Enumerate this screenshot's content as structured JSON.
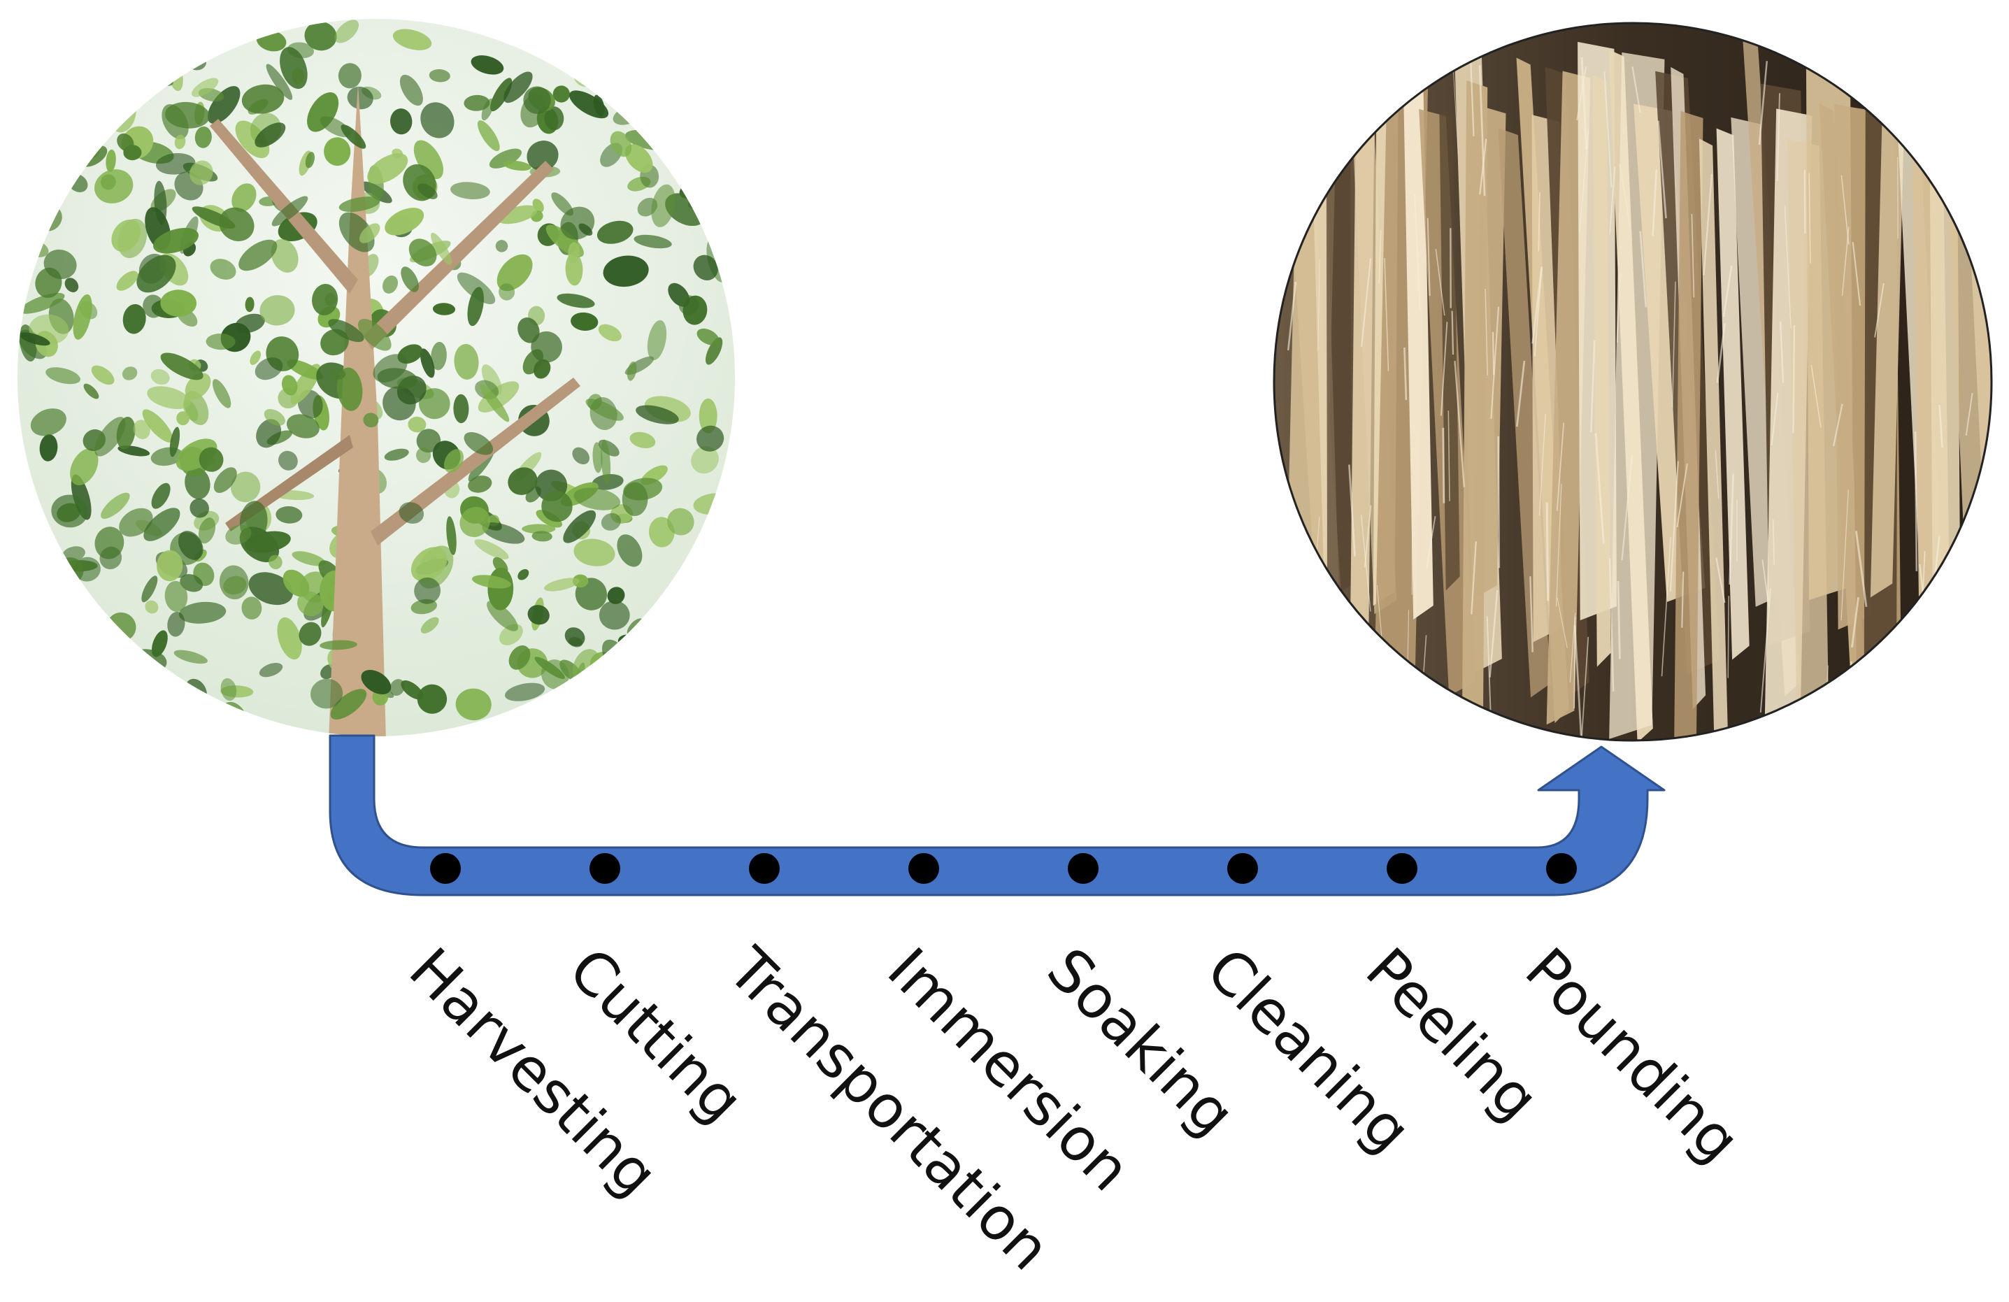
{
  "diagram": {
    "steps": [
      {
        "label": "Harvesting"
      },
      {
        "label": "Cutting"
      },
      {
        "label": "Transportation"
      },
      {
        "label": "Immersion"
      },
      {
        "label": "Soaking"
      },
      {
        "label": "Cleaning"
      },
      {
        "label": "Peeling"
      },
      {
        "label": "Pounding"
      }
    ],
    "start_image": {
      "depicts": "tree-canopy-photo"
    },
    "end_image": {
      "depicts": "bark-fiber-strips-photo"
    },
    "colors": {
      "arrow_fill": "#4472C4",
      "arrow_stroke": "#2F528F",
      "dot": "#000000",
      "foliage_dark": "#3f6e2a",
      "foliage_light": "#7fb04a",
      "fiber_light": "#e8d6b4",
      "fiber_dark": "#5a4632"
    }
  }
}
